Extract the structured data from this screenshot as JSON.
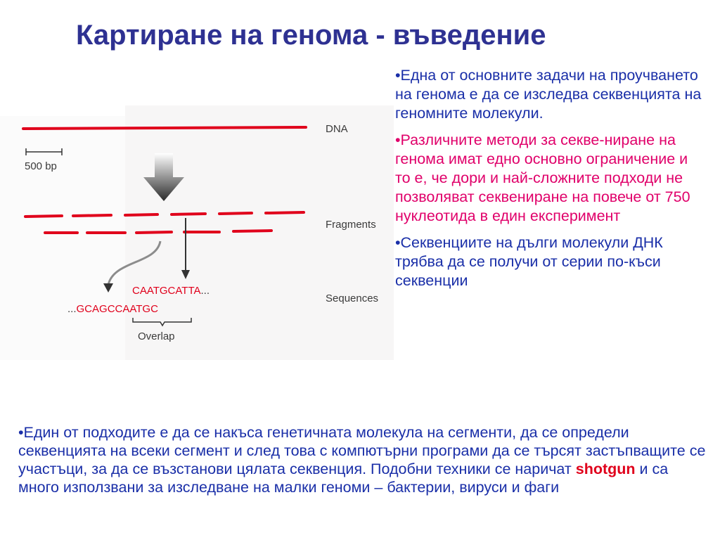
{
  "title": "Картиране на генома - въведение",
  "figure": {
    "scale_label": "500 bp",
    "dna_label": "DNA",
    "fragments_label": "Fragments",
    "sequences_label": "Sequences",
    "overlap_label": "Overlap",
    "seq_top": "CAATGCATTA",
    "seq_top_suffix": "...",
    "seq_bottom_prefix": "...",
    "seq_bottom": "GCAGCCAATGC",
    "colors": {
      "dna_red": "#e0001b",
      "arrow_gray": "#333333",
      "panel_bg": "#f7f6f6"
    }
  },
  "bullets": [
    {
      "text": "•Една от основните задачи на проучването на генома е да се изследва секвенцията на геномните молекули.",
      "color": "#1a2fa8"
    },
    {
      "text": "•Различните методи за секве-ниране на генома имат едно основно ограничение и то е, че дори и най-сложните подходи не позволяват секвениране на повече от 750 нуклеотида  в един експеримент",
      "color": "#e0006a"
    },
    {
      "text": "•Секвенциите на дълги молекули ДНК трябва да се получи от серии по-къси секвенции",
      "color": "#1a2fa8"
    }
  ],
  "bottom": {
    "before": "•Един от подходите е да се накъса генетичната молекула на сегменти, да се определи секвенцията на всеки сегмент и след това с компютърни програми да се търсят застъпващите се участъци, за да се възстанови цялата секвенция. Подобни техники се наричат ",
    "highlight": "shotgun",
    "after": " и са много използвани за изследване на малки геноми – бактерии, вируси и фаги"
  }
}
